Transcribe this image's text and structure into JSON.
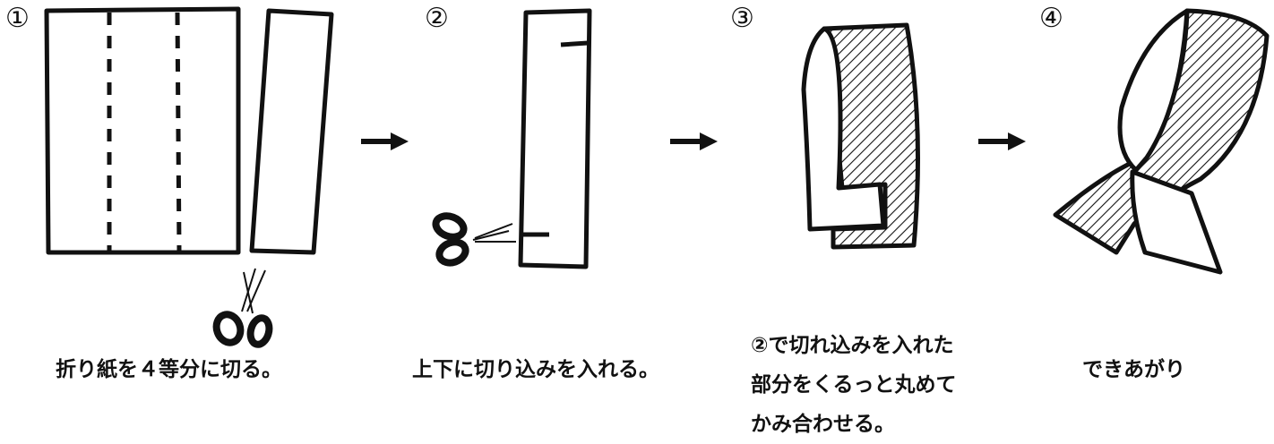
{
  "steps": [
    {
      "number": "①",
      "caption": [
        "折り紙を４等分に切る。"
      ]
    },
    {
      "number": "②",
      "caption": [
        "上下に切り込みを入れる。"
      ]
    },
    {
      "number": "③",
      "caption": [
        "②で切れ込みを入れた",
        "部分をくるっと丸めて",
        "かみ合わせる。"
      ]
    },
    {
      "number": "④",
      "caption": [
        "できあがり"
      ]
    }
  ],
  "colors": {
    "ink": "#111111",
    "paper": "#ffffff"
  }
}
